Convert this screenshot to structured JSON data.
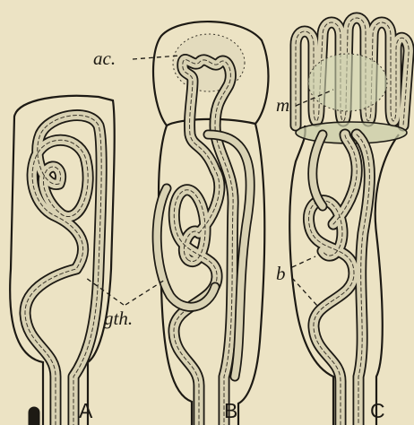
{
  "labels": {
    "ac": "ac.",
    "m": "m",
    "b": "b",
    "gth": "gth."
  },
  "panels": {
    "a": "A",
    "b": "B",
    "c": "C"
  }
}
